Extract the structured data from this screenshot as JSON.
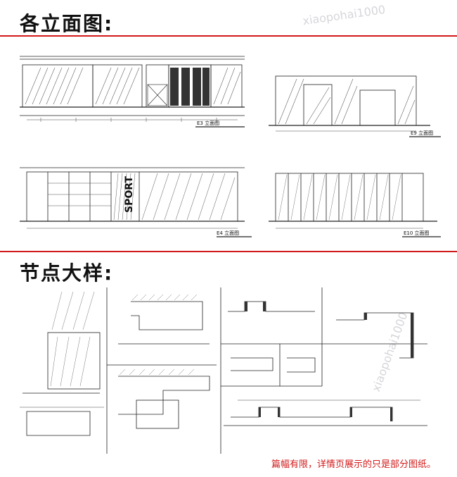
{
  "sections": {
    "elevations": {
      "title": "各立面图:"
    },
    "details": {
      "title": "节点大样:"
    }
  },
  "drawings": {
    "e3": {
      "label": "E3 立面图"
    },
    "e9": {
      "label": "E9 立面图"
    },
    "e4": {
      "label": "E4 立面图"
    },
    "e10": {
      "label": "E10 立面图"
    },
    "sport_text": "SPORT"
  },
  "footnote": "篇幅有限，详情页展示的只是部分图纸。",
  "watermark": "xiaopohai1000",
  "colors": {
    "accent": "#d21a1a",
    "line": "#222222"
  }
}
